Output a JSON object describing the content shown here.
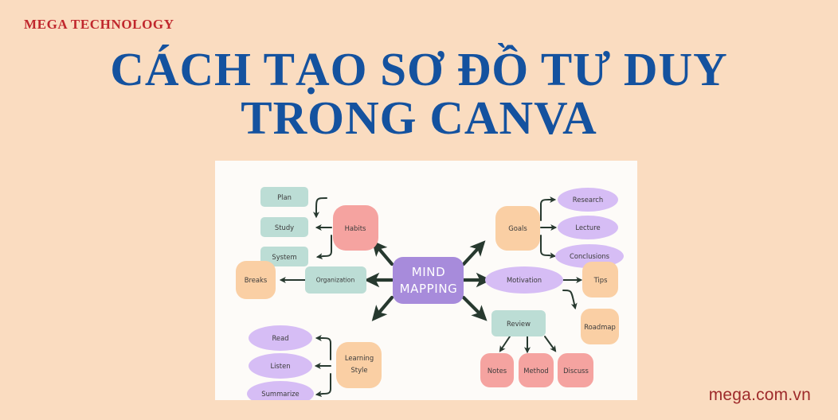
{
  "brand": "MEGA TECHNOLOGY",
  "headline": {
    "line1": "CÁCH TẠO SƠ ĐỒ TƯ DUY",
    "line2": "TRONG CANVA"
  },
  "site_url": "mega.com.vn",
  "colors": {
    "background": "#FADCC0",
    "card": "#FDFBF8",
    "headline": "#14529F",
    "brand": "#C0272D",
    "url": "#9E2B2B",
    "mint": "#BCDDD5",
    "peach": "#FACFA4",
    "lavender": "#D6BDF5",
    "salmon": "#F5A3A0",
    "center_purple": "#A78BDB",
    "arrow": "#27392F"
  },
  "mindmap": {
    "center": {
      "label_line1": "MIND",
      "label_line2": "MAPPING"
    },
    "branches": [
      {
        "name": "habits",
        "label": "Habits",
        "color": "salmon",
        "children": [
          "Plan",
          "Study",
          "System"
        ]
      },
      {
        "name": "organization",
        "label": "Organization",
        "color": "mint",
        "children": [
          "Breaks"
        ]
      },
      {
        "name": "learning-style",
        "label_line1": "Learning",
        "label_line2": "Style",
        "color": "peach",
        "children": [
          "Read",
          "Listen",
          "Summarize"
        ]
      },
      {
        "name": "goals",
        "label": "Goals",
        "color": "peach",
        "children": [
          "Research",
          "Lecture",
          "Conclusions"
        ]
      },
      {
        "name": "motivation",
        "label": "Motivation",
        "color": "lavender",
        "children": [
          "Tips",
          "Roadmap"
        ]
      },
      {
        "name": "review",
        "label": "Review",
        "color": "mint",
        "children": [
          "Notes",
          "Method",
          "Discuss"
        ]
      }
    ],
    "nodes": {
      "plan": "Plan",
      "study": "Study",
      "system": "System",
      "habits": "Habits",
      "breaks": "Breaks",
      "organization": "Organization",
      "read": "Read",
      "listen": "Listen",
      "summarize": "Summarize",
      "learning_style_1": "Learning",
      "learning_style_2": "Style",
      "goals": "Goals",
      "research": "Research",
      "lecture": "Lecture",
      "conclusions": "Conclusions",
      "motivation": "Motivation",
      "tips": "Tips",
      "roadmap": "Roadmap",
      "review": "Review",
      "notes": "Notes",
      "method": "Method",
      "discuss": "Discuss"
    }
  }
}
